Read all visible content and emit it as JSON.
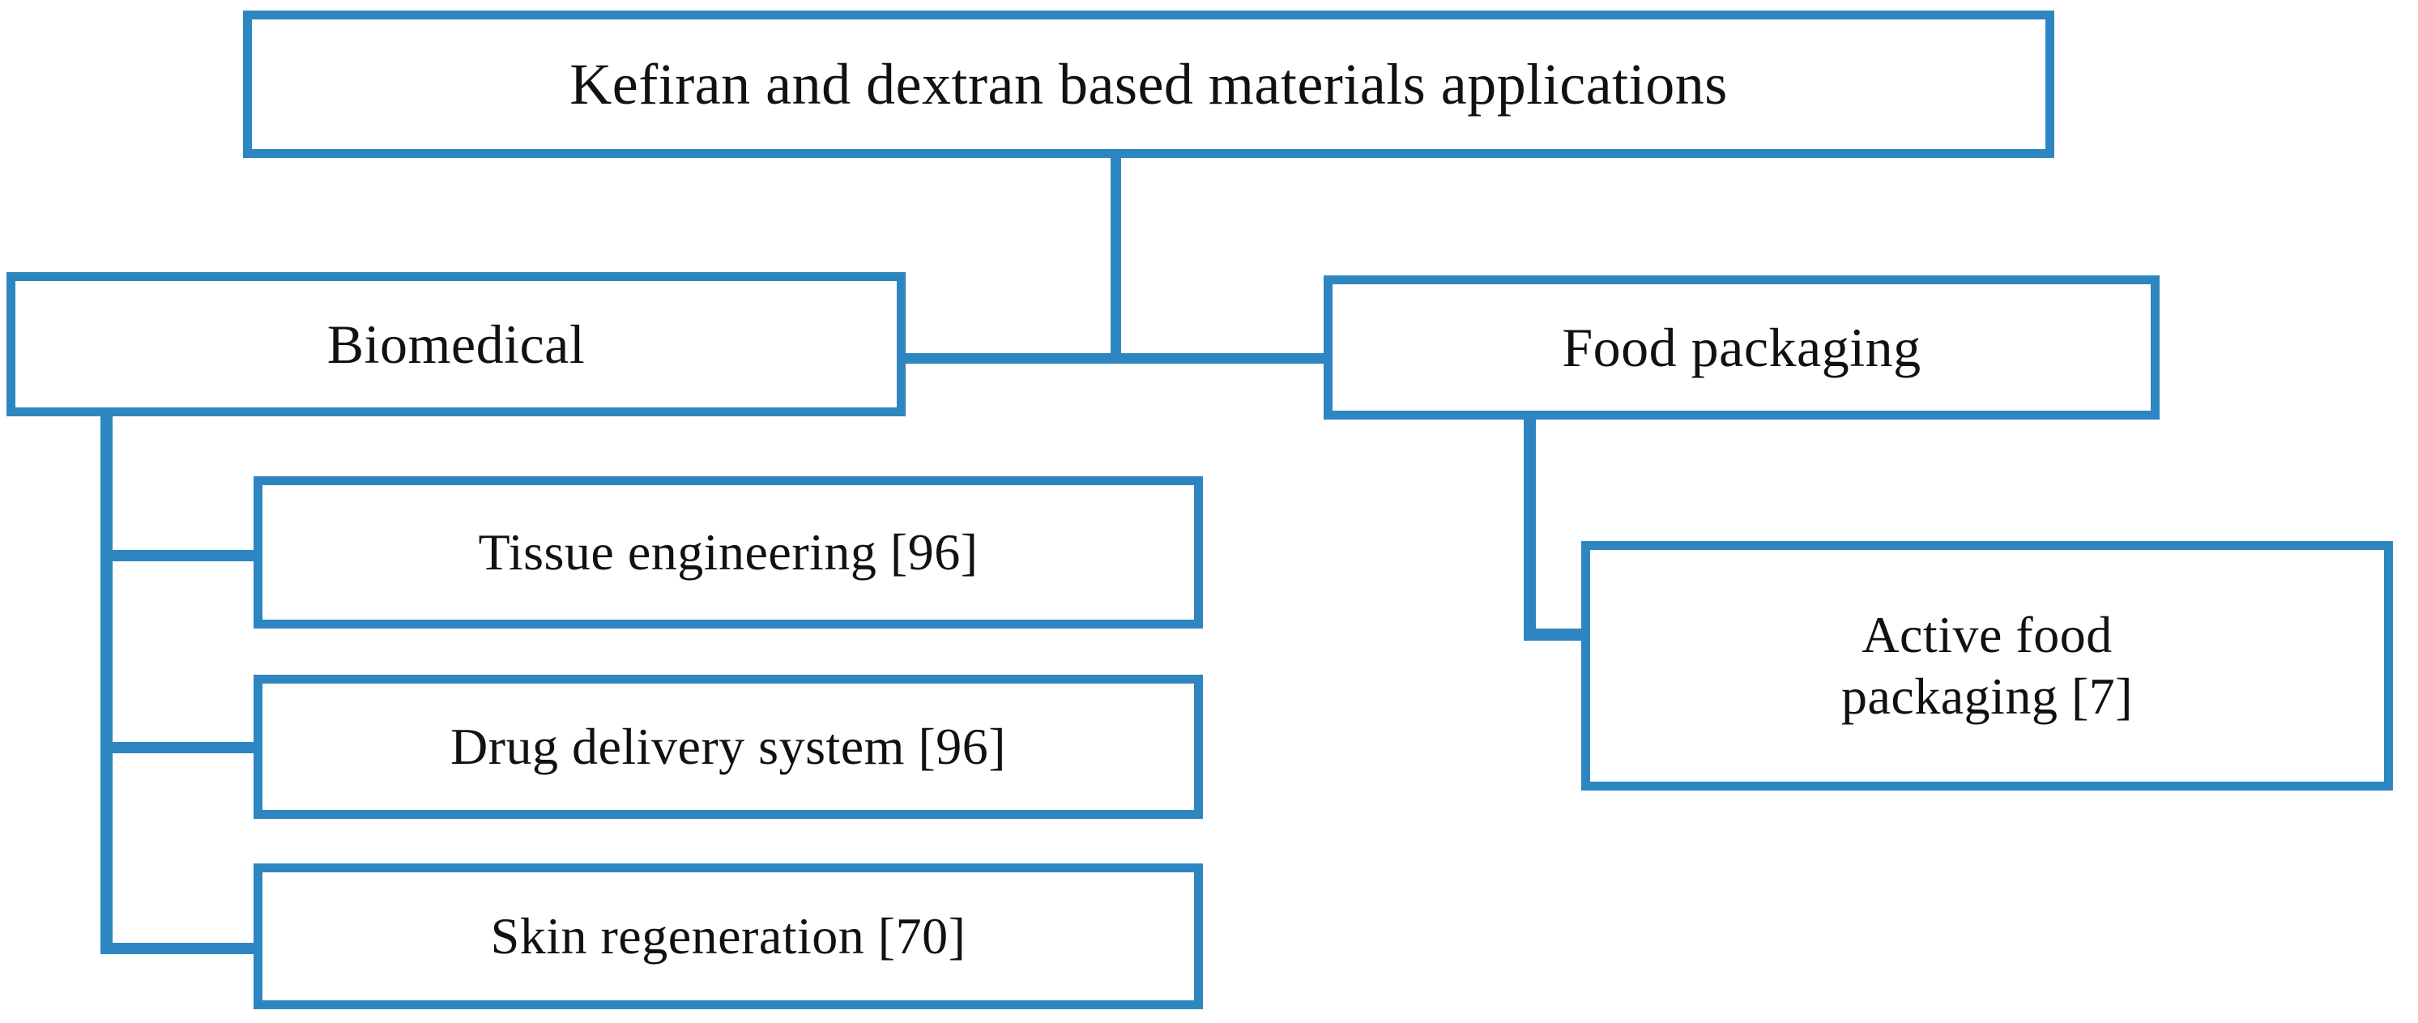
{
  "diagram": {
    "type": "hierarchy-tree",
    "title": "Kefiran and dextran based materials applications",
    "accent_color": "#2E86C1",
    "background_color": "#FFFFFF",
    "text_color": "#111111",
    "levels": 3,
    "nodes": {
      "root": {
        "label": "Kefiran and dextran based materials applications",
        "level": 0
      },
      "biomedical": {
        "label": "Biomedical",
        "level": 1
      },
      "food_packaging": {
        "label": "Food packaging",
        "level": 1
      },
      "tissue_engineering": {
        "label": "Tissue engineering  [96]",
        "level": 2,
        "reference": "[96]"
      },
      "drug_delivery": {
        "label": "Drug  delivery system  [96]",
        "level": 2,
        "reference": "[96]"
      },
      "skin_regeneration": {
        "label": "Skin  regeneration  [70]",
        "level": 2,
        "reference": "[70]"
      },
      "active_food_packaging": {
        "label": "Active food\npackaging  [7]",
        "level": 2,
        "reference": "[7]"
      }
    },
    "edges": [
      {
        "from": "root",
        "to": "biomedical"
      },
      {
        "from": "root",
        "to": "food_packaging"
      },
      {
        "from": "biomedical",
        "to": "tissue_engineering"
      },
      {
        "from": "biomedical",
        "to": "drug_delivery"
      },
      {
        "from": "biomedical",
        "to": "skin_regeneration"
      },
      {
        "from": "food_packaging",
        "to": "active_food_packaging"
      }
    ]
  }
}
